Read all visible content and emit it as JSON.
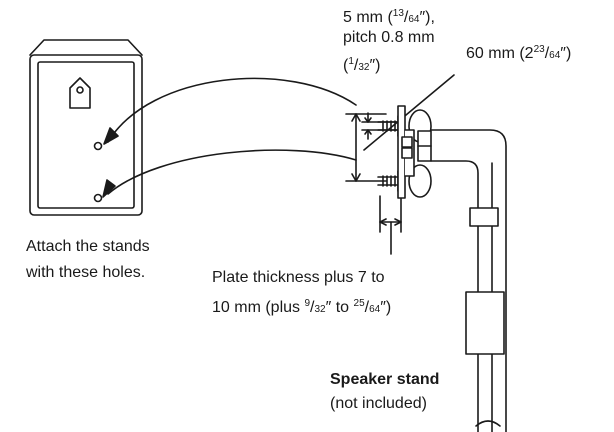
{
  "screw_spec": {
    "line1_main": "5 mm (",
    "line1_num": "13",
    "line1_den": "64",
    "line1_end": "″),",
    "line2": "pitch 0.8 mm",
    "line3_open": "(",
    "line3_num": "1",
    "line3_den": "32",
    "line3_end": "″)"
  },
  "spacing": {
    "main": "60 mm (2",
    "num": "23",
    "den": "64",
    "end": "″)"
  },
  "attach_note": {
    "line1": "Attach the stands",
    "line2": "with these holes."
  },
  "plate_note": {
    "line1": "Plate thickness plus 7 to",
    "line2_a": "10 mm (plus ",
    "num1": "9",
    "den1": "32",
    "mid": "″ to ",
    "num2": "25",
    "den2": "64",
    "end": "″)"
  },
  "stand_label": {
    "title": "Speaker stand",
    "sub": "(not included)"
  },
  "colors": {
    "line": "#1a1a1a",
    "fill": "#ffffff"
  }
}
